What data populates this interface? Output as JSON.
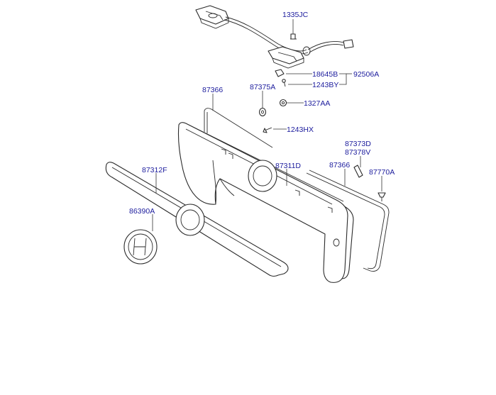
{
  "diagram": {
    "label_color": "#1a1a9c",
    "line_color": "#2a2a2a",
    "labels": [
      {
        "id": "l1335jc",
        "text": "1335JC"
      },
      {
        "id": "l18645b",
        "text": "18645B"
      },
      {
        "id": "l92506a",
        "text": "92506A"
      },
      {
        "id": "l1243by",
        "text": "1243BY"
      },
      {
        "id": "l87366a",
        "text": "87366"
      },
      {
        "id": "l87375a",
        "text": "87375A"
      },
      {
        "id": "l1327aa",
        "text": "1327AA"
      },
      {
        "id": "l1243hx",
        "text": "1243HX"
      },
      {
        "id": "l87373d",
        "text": "87373D"
      },
      {
        "id": "l87378v",
        "text": "87378V"
      },
      {
        "id": "l87312f",
        "text": "87312F"
      },
      {
        "id": "l87311d",
        "text": "87311D"
      },
      {
        "id": "l87366b",
        "text": "87366"
      },
      {
        "id": "l87770a",
        "text": "87770A"
      },
      {
        "id": "l86390a",
        "text": "86390A"
      }
    ]
  }
}
